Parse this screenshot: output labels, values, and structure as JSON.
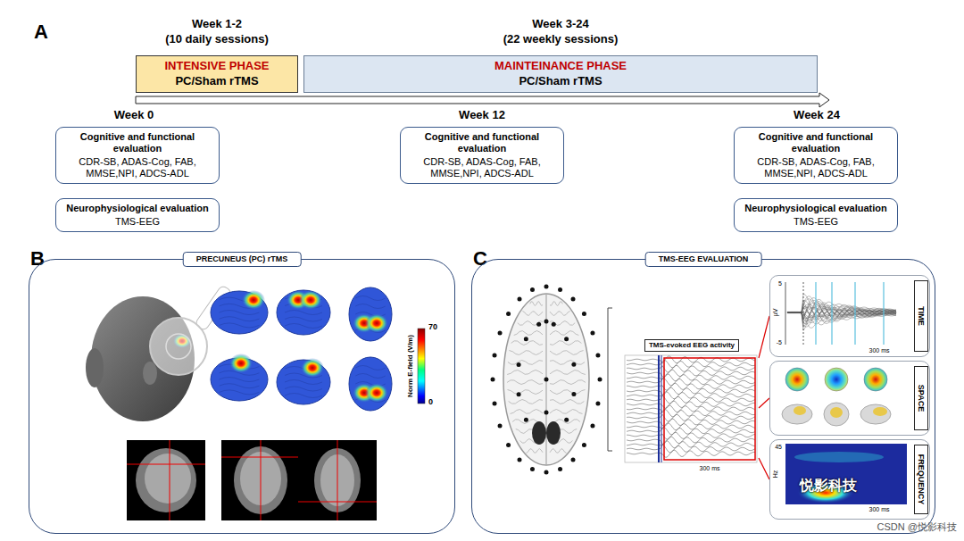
{
  "diagram": {
    "nodes": [
      {
        "text": [
          "INTENSIVE PHASE",
          "PC/Sham rTMS"
        ]
      },
      {
        "text": [
          "MAINTEINANCE PHASE",
          "PC/Sham rTMS"
        ]
      },
      {
        "text": [
          "Cognitive and functional evaluation",
          "CDR-SB, ADAS-Cog, FAB, MMSE,NPI, ADCS-ADL"
        ]
      },
      {
        "text": [
          "Cognitive and functional evaluation",
          "CDR-SB, ADAS-Cog, FAB, MMSE,NPI, ADCS-ADL"
        ]
      },
      {
        "text": [
          "Cognitive and functional evaluation",
          "CDR-SB, ADAS-Cog, FAB, MMSE,NPI, ADCS-ADL"
        ]
      },
      {
        "text": [
          "Neurophysiological evaluation",
          "TMS-EEG"
        ]
      },
      {
        "text": [
          "Neurophysiological evaluation",
          "TMS-EEG"
        ]
      },
      {
        "text": [
          "PRECUNEUS (PC) rTMS"
        ]
      },
      {
        "text": [
          "TMS-EEG EVALUATION"
        ]
      },
      {
        "text": [
          "TMS-evoked EEG activity"
        ],
        "in": 8
      },
      {
        "text": [
          "TIME"
        ],
        "in": 8
      },
      {
        "text": [
          "SPACE"
        ],
        "in": 8
      },
      {
        "text": [
          "FREQUENCY"
        ],
        "in": 8
      }
    ],
    "edges": [
      {
        "from": 9,
        "to": 10,
        "arrow": "none"
      },
      {
        "from": 9,
        "to": 11,
        "arrow": "none"
      },
      {
        "from": 9,
        "to": 12,
        "arrow": "none"
      }
    ],
    "labels": [
      "A",
      "Week 1-2",
      "(10 daily sessions)",
      "Week 3-24",
      "(22 weekly sessions)",
      "Week 0",
      "Week 12",
      "Week 24",
      "B",
      "70",
      "0",
      "Norm E-field (V/m)",
      "C",
      "300 ms",
      "5",
      "µV",
      "-5",
      "300 ms",
      "45",
      "Hz",
      "300 ms",
      "悦影科技",
      "CSDN @悦影科技"
    ]
  }
}
